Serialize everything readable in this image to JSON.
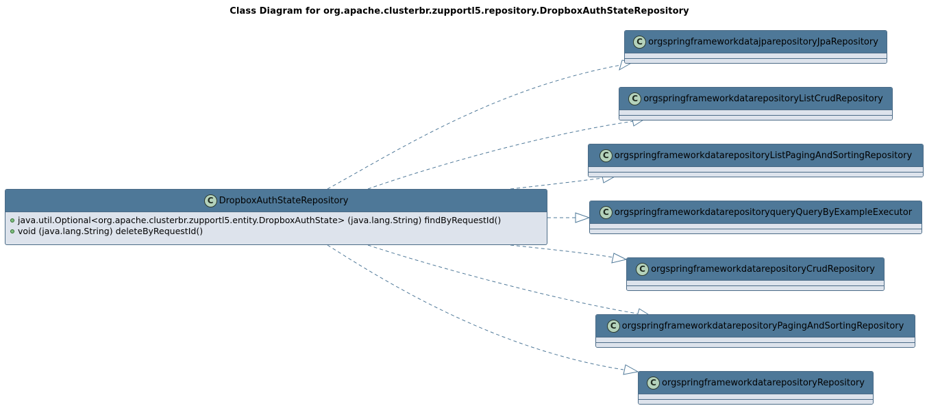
{
  "diagram": {
    "title": "Class Diagram for org.apache.clusterbr.zupportl5.repository.DropboxAuthStateRepository",
    "badge_letter": "C",
    "main_class": {
      "name": "DropboxAuthStateRepository",
      "methods": [
        "java.util.Optional<org.apache.clusterbr.zupportl5.entity.DropboxAuthState> (java.lang.String) findByRequestId()",
        "void (java.lang.String) deleteByRequestId()"
      ]
    },
    "interfaces": [
      "orgspringframeworkdatajparepositoryJpaRepository",
      "orgspringframeworkdatarepositoryListCrudRepository",
      "orgspringframeworkdatarepositoryListPagingAndSortingRepository",
      "orgspringframeworkdatarepositoryqueryQueryByExampleExecutor",
      "orgspringframeworkdatarepositoryCrudRepository",
      "orgspringframeworkdatarepositoryPagingAndSortingRepository",
      "orgspringframeworkdatarepositoryRepository"
    ],
    "colors": {
      "header": "#4e7898",
      "body": "#dde3ec",
      "border": "#4a6a86",
      "edge": "#4e7898"
    }
  }
}
